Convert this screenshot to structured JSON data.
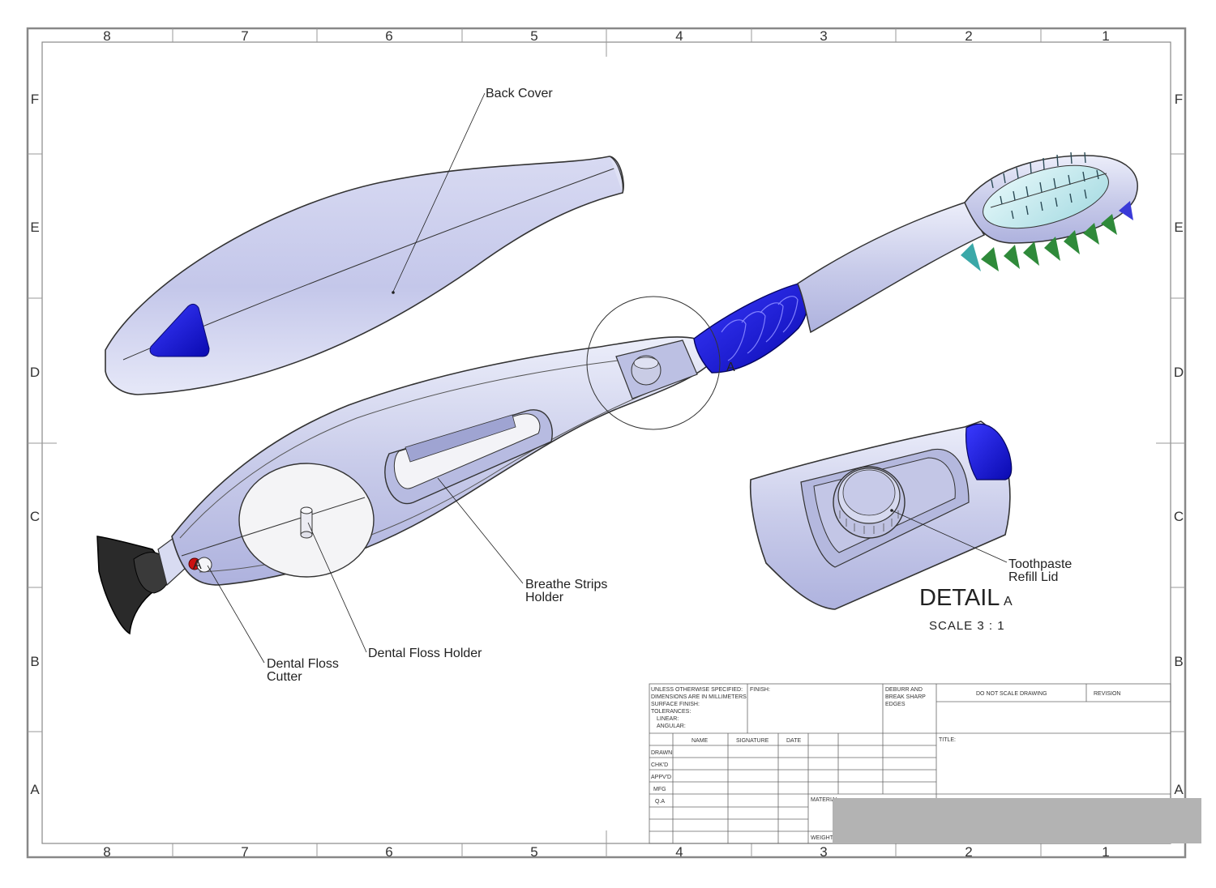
{
  "zones": {
    "columns": [
      "8",
      "7",
      "6",
      "5",
      "4",
      "3",
      "2",
      "1"
    ],
    "rows": [
      "F",
      "E",
      "D",
      "C",
      "B",
      "A"
    ]
  },
  "callouts": {
    "back_cover": "Back Cover",
    "breathe_strips_1": "Breathe Strips",
    "breathe_strips_2": "Holder",
    "dental_floss_holder": "Dental Floss Holder",
    "dental_floss_cutter_1": "Dental Floss",
    "dental_floss_cutter_2": "Cutter",
    "toothpaste_lid_1": "Toothpaste",
    "toothpaste_lid_2": "Refill Lid",
    "detail_marker": "A",
    "cutter_marker": "A"
  },
  "detail": {
    "title": "DETAIL",
    "letter": "A",
    "scale": "SCALE 3 : 1"
  },
  "title_block": {
    "spec_lines": [
      "UNLESS OTHERWISE SPECIFIED:",
      "DIMENSIONS ARE IN MILLIMETERS",
      "SURFACE FINISH:",
      "TOLERANCES:",
      "LINEAR:",
      "ANGULAR:"
    ],
    "finish": "FINISH:",
    "deburr_lines": [
      "DEBURR AND",
      "BREAK SHARP",
      "EDGES"
    ],
    "do_not_scale": "DO NOT SCALE DRAWING",
    "revision": "REVISION",
    "col_name": "NAME",
    "col_signature": "SIGNATURE",
    "col_date": "DATE",
    "rows": [
      "DRAWN",
      "CHK'D",
      "APPV'D",
      "MFG",
      "Q.A"
    ],
    "title_label": "TITLE:",
    "material": "MATERIAL",
    "weight": "WEIGHT"
  },
  "colors": {
    "body": "#c9ccea",
    "body_light": "#e4e6f7",
    "accent_blue": "#1616d8",
    "cutter_red": "#cc1111",
    "cap": "#222222",
    "bristle_green": "#2f8a3a",
    "bristle_cyan": "#3aa8a8",
    "head_pad": "#cfeef0"
  }
}
